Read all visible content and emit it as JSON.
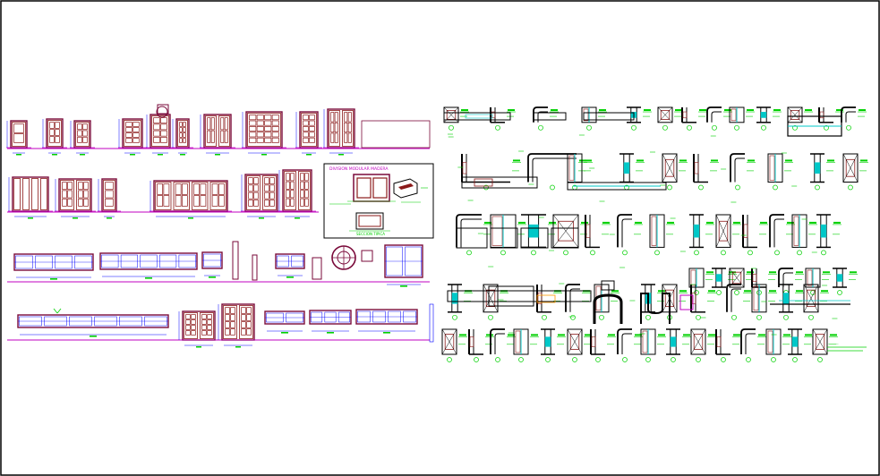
{
  "drawing": {
    "kind": "CAD sheet - door and window elevations with construction details",
    "colors": {
      "background": "#ffffff",
      "frame": "#000000",
      "elevation_line": "#7a0a3a",
      "wood_fill": "#8b1a1a",
      "ground_line": "#c000c0",
      "dimension": "#0000ff",
      "annotation": "#00d000",
      "detail_line": "#000000",
      "title_text": "#c000c0",
      "cyan": "#00c8c8",
      "orange": "#ff9900"
    },
    "inset_box": {
      "title": "DIVISION MODULAR MADERA",
      "plan_caption": "SECCION TIPICA"
    },
    "note_label": "--------"
  }
}
